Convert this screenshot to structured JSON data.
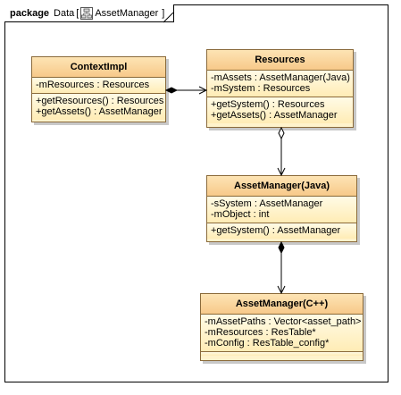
{
  "package": {
    "keyword": "package",
    "name": "Data",
    "bracket_open": "[",
    "diagram_name": "AssetManager",
    "bracket_close": "]"
  },
  "classes": {
    "context_impl": {
      "name": "ContextImpl",
      "attributes": [
        "-mResources : Resources"
      ],
      "operations": [
        "+getResources() : Resources",
        "+getAssets() : AssetManager"
      ]
    },
    "resources": {
      "name": "Resources",
      "attributes": [
        "-mAssets : AssetManager(Java)",
        "-mSystem : Resources"
      ],
      "operations": [
        "+getSystem() : Resources",
        "+getAssets() : AssetManager"
      ]
    },
    "asset_manager_java": {
      "name": "AssetManager(Java)",
      "attributes": [
        "-sSystem : AssetManager",
        "-mObject : int"
      ],
      "operations": [
        "+getSystem() : AssetManager"
      ]
    },
    "asset_manager_cpp": {
      "name": "AssetManager(C++)",
      "attributes": [
        "-mAssetPaths : Vector<asset_path>",
        "-mResources : ResTable*",
        "-mConfig : ResTable_config*"
      ],
      "operations": []
    }
  },
  "relationships": [
    {
      "from": "ContextImpl",
      "to": "Resources",
      "kind": "composition"
    },
    {
      "from": "Resources",
      "to": "AssetManager(Java)",
      "kind": "aggregation"
    },
    {
      "from": "AssetManager(Java)",
      "to": "AssetManager(C++)",
      "kind": "composition"
    }
  ]
}
